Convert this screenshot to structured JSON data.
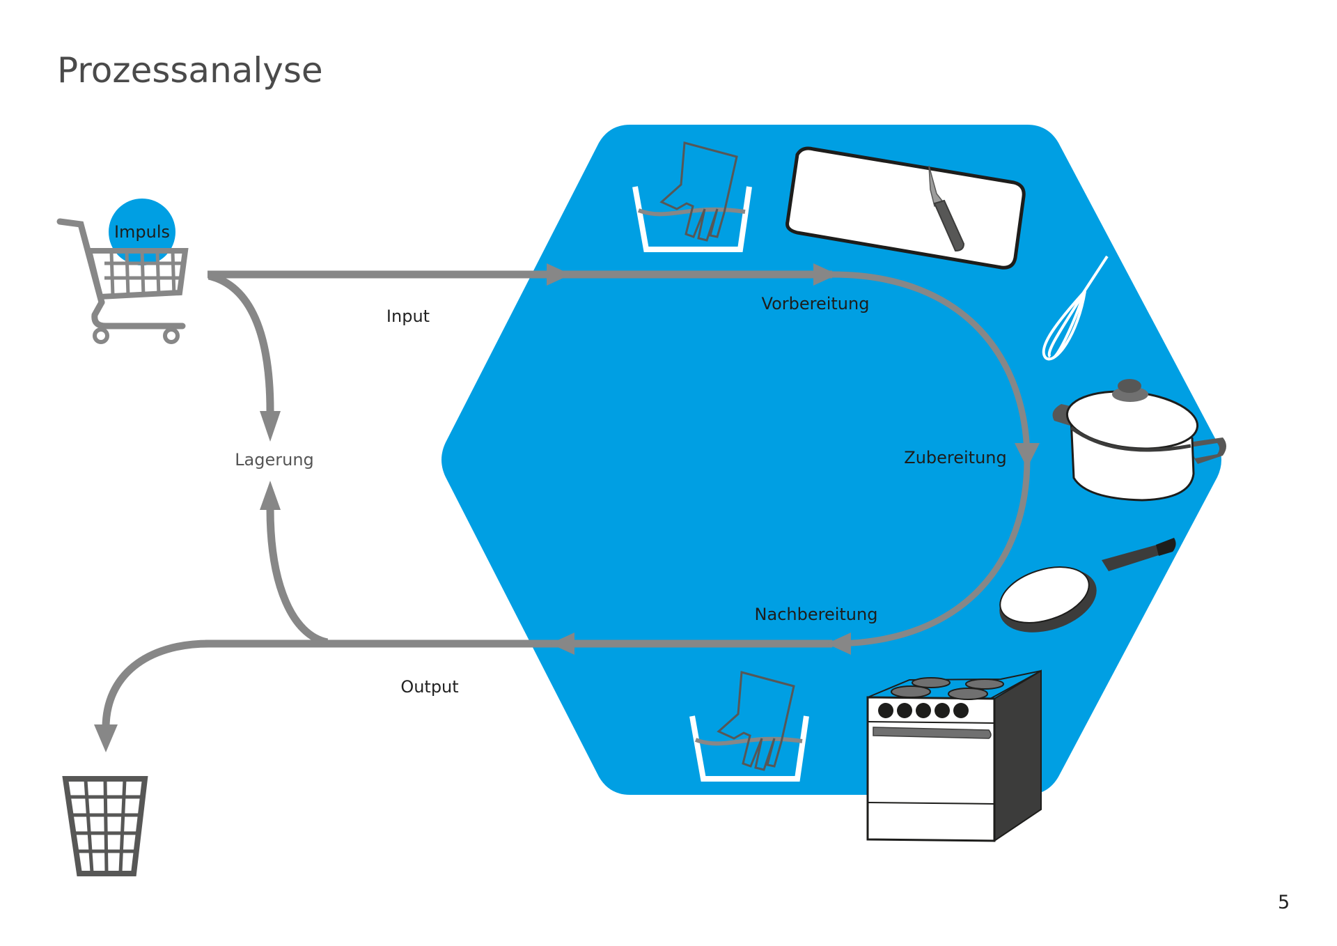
{
  "title": "Prozessanalyse",
  "page_number": "5",
  "colors": {
    "hexagon": "#009fe3",
    "arrow": "#878787",
    "icon_dark": "#575756",
    "text": "#1d1d1b"
  },
  "nodes": {
    "impuls": "Impuls",
    "lagerung": "Lagerung",
    "input": "Input",
    "output": "Output"
  },
  "process_steps": [
    {
      "label": "Vorbereitung"
    },
    {
      "label": "Zubereitung"
    },
    {
      "label": "Nachbereitung"
    }
  ],
  "icons": [
    "shopping-cart-icon",
    "trash-basket-icon",
    "hand-washing-icon",
    "cutting-board-knife-icon",
    "whisk-icon",
    "cooking-pot-icon",
    "frying-pan-icon",
    "stove-oven-icon"
  ]
}
